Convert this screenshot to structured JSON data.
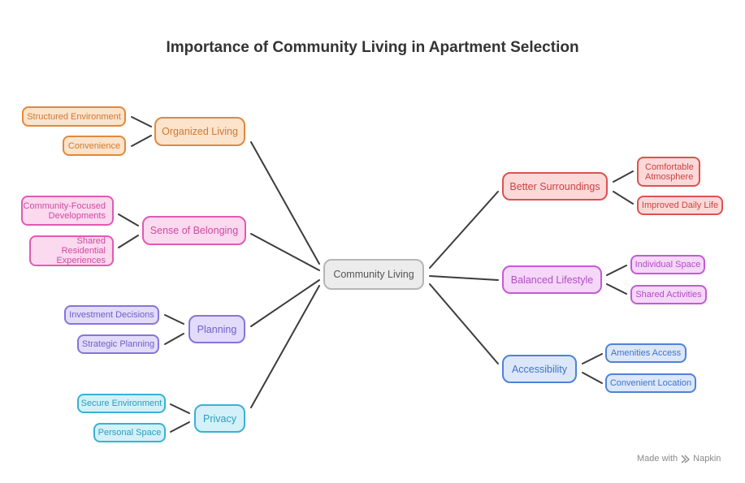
{
  "title": "Importance of Community Living in Apartment Selection",
  "center": "Community Living",
  "branches": {
    "organized_living": {
      "label": "Organized Living",
      "children": [
        "Structured Environment",
        "Convenience"
      ]
    },
    "sense_of_belonging": {
      "label": "Sense of Belonging",
      "children": [
        "Community-Focused Developments",
        "Shared Residential Experiences"
      ]
    },
    "planning": {
      "label": "Planning",
      "children": [
        "Investment Decisions",
        "Strategic Planning"
      ]
    },
    "privacy": {
      "label": "Privacy",
      "children": [
        "Secure Environment",
        "Personal Space"
      ]
    },
    "better_surroundings": {
      "label": "Better Surroundings",
      "children": [
        "Comfortable Atmosphere",
        "Improved Daily Life"
      ]
    },
    "balanced_lifestyle": {
      "label": "Balanced Lifestyle",
      "children": [
        "Individual Space",
        "Shared Activities"
      ]
    },
    "accessibility": {
      "label": "Accessibility",
      "children": [
        "Amenities Access",
        "Convenient Location"
      ]
    }
  },
  "footer": {
    "made_with": "Made with",
    "brand": "Napkin"
  },
  "colors": {
    "organized_living": "#e0893f",
    "sense_of_belonging": "#e05ab5",
    "planning": "#8674dc",
    "privacy": "#38b2d4",
    "better_surroundings": "#e05050",
    "balanced_lifestyle": "#c45ad6",
    "accessibility": "#4d83d9",
    "connector": "#3c3c3c"
  }
}
